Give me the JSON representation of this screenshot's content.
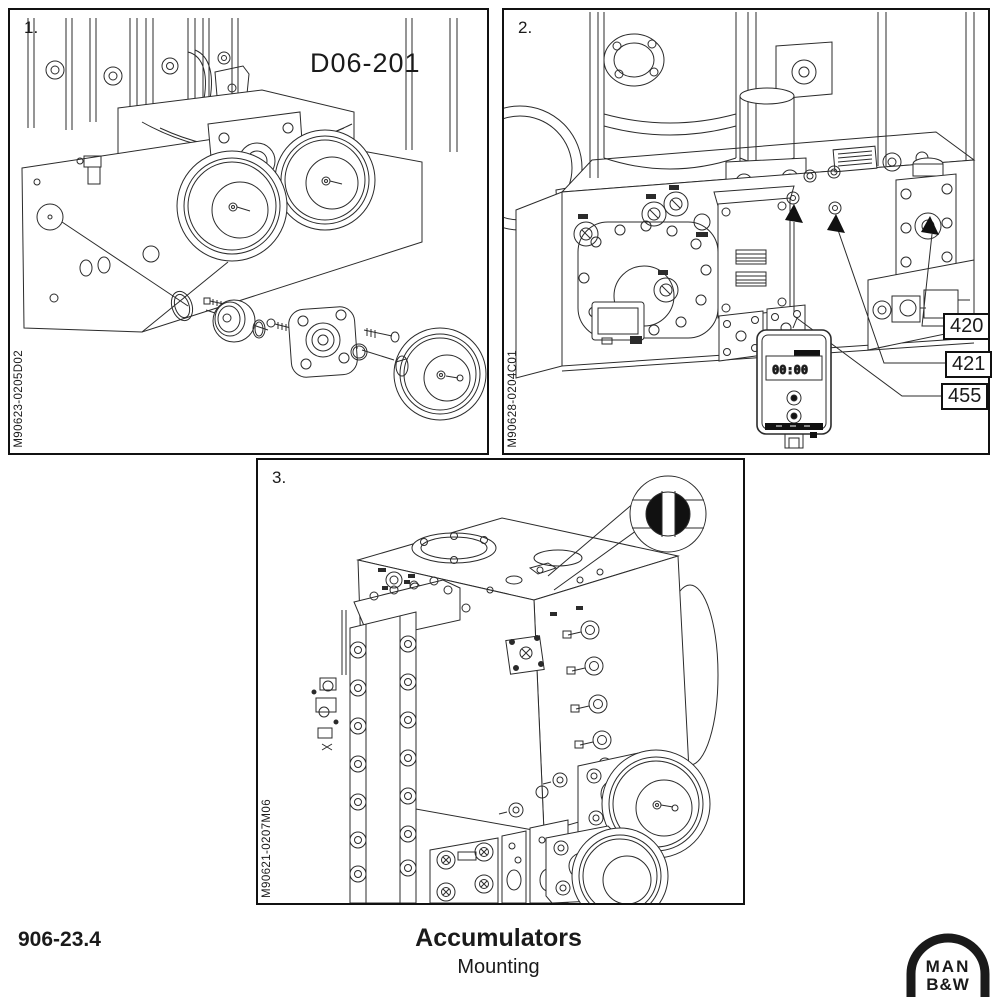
{
  "page": {
    "background": "#ffffff",
    "ink": "#1a1a1a",
    "footer": {
      "section_number": "906-23.4",
      "title": "Accumulators",
      "subtitle": "Mounting"
    },
    "logo": {
      "name": "MAN B&W",
      "line1": "MAN",
      "line2": "B&W"
    }
  },
  "figures": [
    {
      "label": "1.",
      "part_designation": "D06-201",
      "drawing_code": "M90623-0205D02"
    },
    {
      "label": "2.",
      "drawing_code": "M90628-0204C01",
      "callouts": [
        "420",
        "421",
        "455"
      ],
      "device_display": "00:00"
    },
    {
      "label": "3.",
      "drawing_code": "M90621-0207M06"
    }
  ]
}
